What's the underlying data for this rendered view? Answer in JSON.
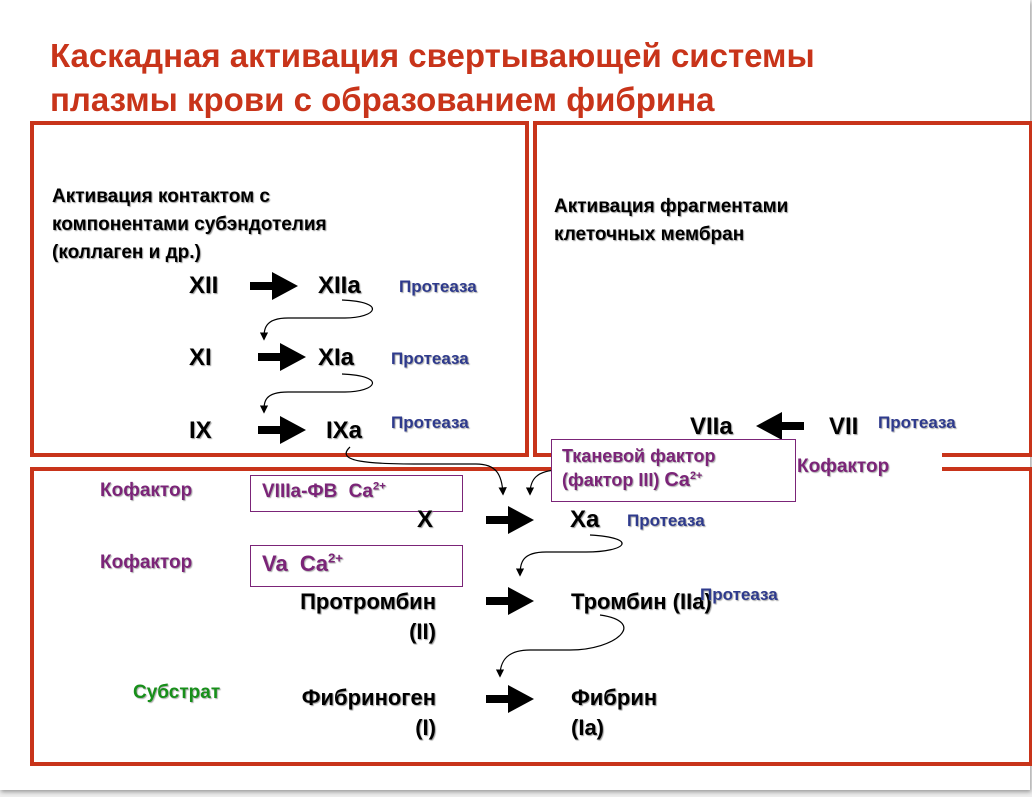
{
  "title": {
    "line1": "Каскадная активация свертывающей системы",
    "line2": "плазмы крови с образованием фибрина"
  },
  "contact_activation": {
    "line1": "Активация контактом с",
    "line2": "компонентами субэндотелия",
    "line3": "(коллаген и др.)"
  },
  "membrane_activation": {
    "line1": "Активация фрагментами",
    "line2": "клеточных мембран"
  },
  "factors": {
    "xii": "XII",
    "xiia": "XIIa",
    "xi": "XI",
    "xia": "XIa",
    "ix": "IX",
    "ixa": "IXa",
    "viia": "VIIa",
    "vii": "VII",
    "x": "X",
    "xa": "Xa",
    "prothrombin": "Протромбин",
    "prothrombin_num": "(II)",
    "thrombin": "Тромбин (IIa)",
    "fibrinogen": "Фибриноген",
    "fibrinogen_num": "(I)",
    "fibrin": "Фибрин",
    "fibrin_num": "(Ia)"
  },
  "labels": {
    "protease": "Протеаза",
    "cofactor": "Кофактор",
    "substrate": "Субстрат"
  },
  "tissue_factor": {
    "line1": "Тканевой фактор",
    "line2": "(фактор III)",
    "ca": "Ca",
    "charge": "2+"
  },
  "cofactor_viii": {
    "text": "VIIIa-ФВ",
    "ca": "Ca",
    "charge": "2+"
  },
  "cofactor_v": {
    "text": "Va",
    "ca": "Ca",
    "charge": "2+"
  },
  "colors": {
    "accent_red": "#c8341a",
    "protease_blue": "#2e3a8c",
    "cofactor_purple": "#7b2478",
    "substrate_green": "#178f1a"
  }
}
